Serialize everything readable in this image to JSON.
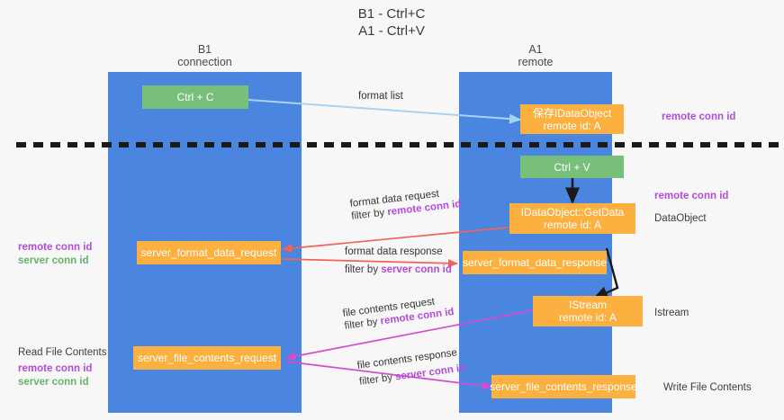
{
  "title": {
    "line1": "B1 - Ctrl+C",
    "line2": "A1 - Ctrl+V"
  },
  "lanes": [
    {
      "name": "B1",
      "subtitle": "connection"
    },
    {
      "name": "A1",
      "subtitle": "remote"
    }
  ],
  "nodes": {
    "ctrl_c": {
      "label": "Ctrl + C"
    },
    "save_idataobject": {
      "line1": "保存IDataObject",
      "line2": "remote id: A"
    },
    "ctrl_v": {
      "label": "Ctrl + V"
    },
    "getdata": {
      "line1": "IDataObject::GetData",
      "line2": "remote id: A"
    },
    "server_format_data_request": {
      "label": "server_format_data_request"
    },
    "server_format_data_response": {
      "label": "server_format_data_response"
    },
    "istream": {
      "line1": "IStream",
      "line2": "remote id: A"
    },
    "server_file_contents_request": {
      "label": "server_file_contents_request"
    },
    "server_file_contents_response": {
      "label": "server_file_contents_response"
    }
  },
  "edge_labels": {
    "format_list": "format list",
    "format_data_request": "format data request",
    "format_data_request_filter_prefix": "filter by ",
    "format_data_request_filter_key": "remote conn id",
    "format_data_response": "format data response",
    "format_data_response_filter_prefix": "filter by ",
    "format_data_response_filter_key": "server conn id",
    "file_contents_request": "file contents request",
    "file_contents_request_filter_prefix": "filter by ",
    "file_contents_request_filter_key": "remote conn id",
    "file_contents_response": "file contents response",
    "file_contents_response_filter_prefix": "filter by ",
    "file_contents_response_filter_key": "server conn id"
  },
  "side_labels": {
    "right_remote_conn_id_top": "remote conn id",
    "right_remote_conn_id_mid": "remote conn id",
    "right_dataobject": "DataObject",
    "right_istream": "Istream",
    "right_write_file_contents": "Write File Contents",
    "left_remote_conn_id_mid": "remote conn id",
    "left_server_conn_id_mid": "server conn id",
    "left_read_file_contents": "Read File Contents",
    "left_remote_conn_id_bottom": "remote conn id",
    "left_server_conn_id_bottom": "server conn id"
  },
  "colors": {
    "lane": "#4a86e0",
    "node_green": "#78c07a",
    "node_orange": "#fbb040",
    "accent_purple": "#b44bd8",
    "accent_green": "#66b36a",
    "wire_blue": "#a8d2f0",
    "wire_red": "#f2635a",
    "wire_magenta": "#d44bd0",
    "wire_black": "#1a1a1a",
    "divider": "#1a1a1a"
  }
}
